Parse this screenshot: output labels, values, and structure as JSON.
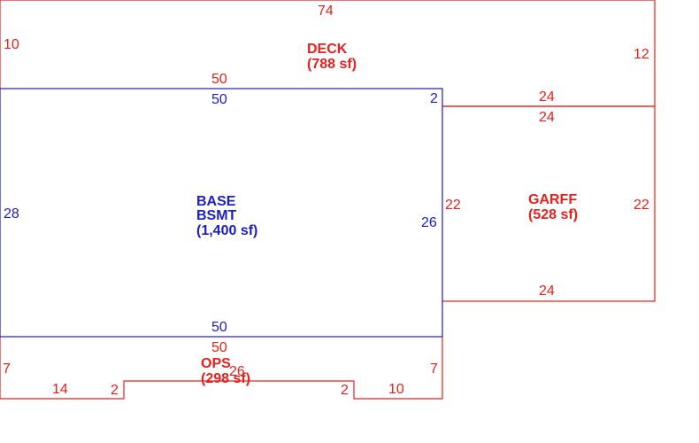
{
  "colors": {
    "deck": "#e8201c",
    "base": "#1c1ccc",
    "garage": "#e8201c",
    "porch": "#e8201c"
  },
  "areas": {
    "deck": {
      "name": "DECK",
      "area": "(788 sf)"
    },
    "base": {
      "name1": "BASE",
      "name2": "BSMT",
      "area": "(1,400 sf)"
    },
    "garage": {
      "name": "GARFF",
      "area": "(528 sf)"
    },
    "porch": {
      "name": "OPS",
      "area": "(298 sf)"
    }
  },
  "dimensions": {
    "deck_top": "74",
    "deck_left": "10",
    "deck_right": "12",
    "deck_bottom": "50",
    "deck_bottom_right": "24",
    "base_top": "50",
    "base_top_right": "2",
    "base_left": "28",
    "base_right": "26",
    "base_bottom": "50",
    "garage_top": "24",
    "garage_left": "22",
    "garage_right": "22",
    "garage_bottom": "24",
    "porch_top": "50",
    "porch_left": "7",
    "porch_right": "7",
    "porch_bottom_left": "14",
    "porch_step_left": "2",
    "porch_middle": "26",
    "porch_step_right": "2",
    "porch_bottom_right": "10"
  }
}
